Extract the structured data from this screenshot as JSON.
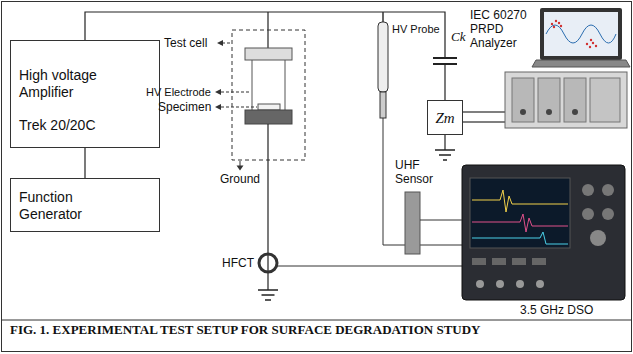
{
  "diagram": {
    "caption": "FIG. 1. EXPERIMENTAL TEST SETUP FOR SURFACE DEGRADATION STUDY",
    "nodes": [
      {
        "text": [
          "High voltage Amplifier",
          "Trek 20/20C"
        ]
      },
      {
        "text": [
          "Function Generator"
        ]
      },
      {
        "text": [
          "Zm"
        ]
      }
    ],
    "edges": [
      {
        "from": 0,
        "to": 1,
        "arrow": "none"
      }
    ],
    "labels": [
      "Test cell",
      "HV Electrode",
      "Specimen",
      "Ground",
      "HFCT",
      "HV Probe",
      "Ck",
      "UHF Sensor",
      "IEC 60270 PRPD Analyzer",
      "3.5 GHz DSO"
    ]
  }
}
